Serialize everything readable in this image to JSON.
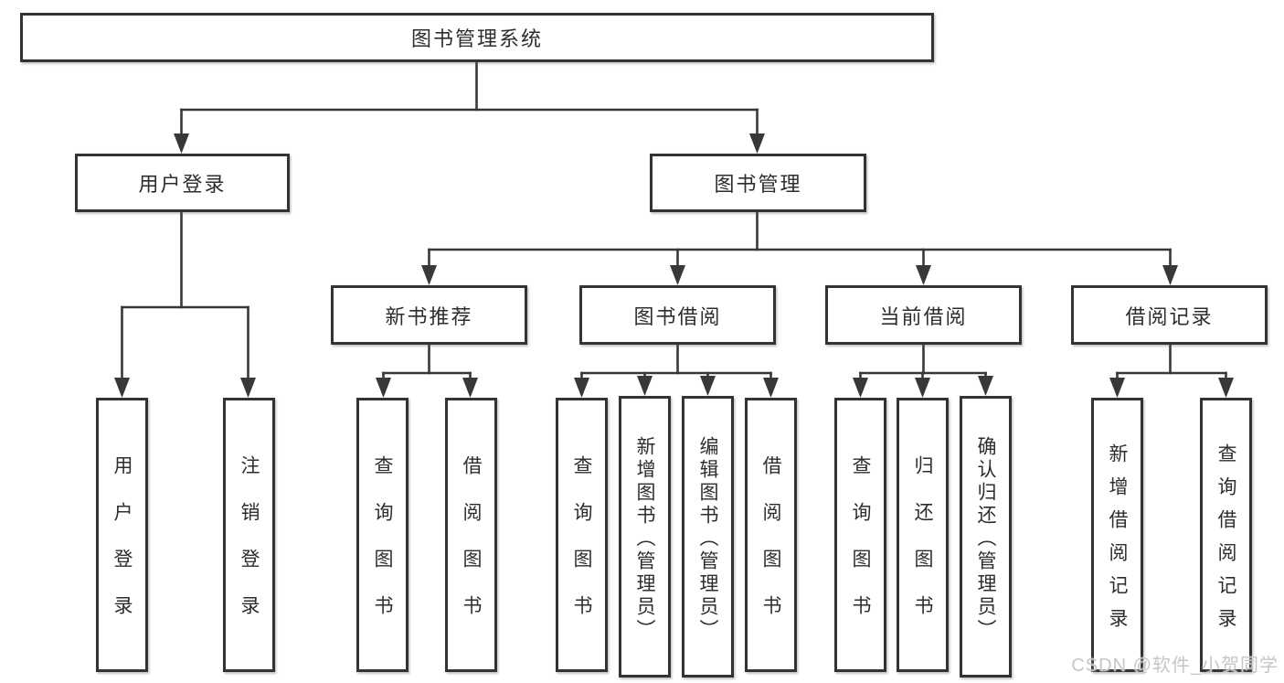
{
  "diagram_type": "hierarchy-tree",
  "tree": {
    "label": "图书管理系统",
    "children": [
      {
        "label": "用户登录",
        "children": [
          {
            "label": "用户登录"
          },
          {
            "label": "注销登录"
          }
        ]
      },
      {
        "label": "图书管理",
        "children": [
          {
            "label": "新书推荐",
            "children": [
              {
                "label": "查询图书"
              },
              {
                "label": "借阅图书"
              }
            ]
          },
          {
            "label": "图书借阅",
            "children": [
              {
                "label": "查询图书"
              },
              {
                "label": "新增图书（管理员）"
              },
              {
                "label": "编辑图书（管理员）"
              },
              {
                "label": "借阅图书"
              }
            ]
          },
          {
            "label": "当前借阅",
            "children": [
              {
                "label": "查询图书"
              },
              {
                "label": "归还图书"
              },
              {
                "label": "确认归还（管理员）"
              }
            ]
          },
          {
            "label": "借阅记录",
            "children": [
              {
                "label": "新增借阅记录"
              },
              {
                "label": "查询借阅记录"
              }
            ]
          }
        ]
      }
    ]
  },
  "watermark": "CSDN @软件_小贺同学",
  "colors": {
    "line": "#383838",
    "border": "#333333",
    "text": "#2d2d2d",
    "watermark": "#c6c6c6",
    "background": "#ffffff"
  }
}
